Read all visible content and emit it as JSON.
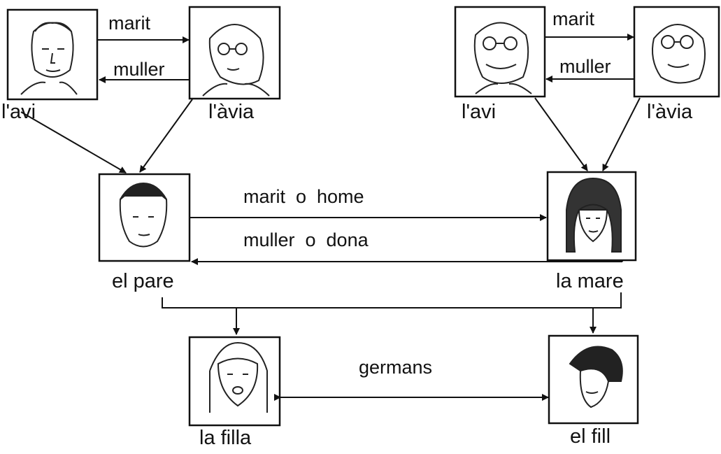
{
  "people": {
    "avi_paternal": "l'avi",
    "avia_paternal": "l'àvia",
    "avi_maternal": "l'avi",
    "avia_maternal": "l'àvia",
    "pare": "el pare",
    "mare": "la mare",
    "filla": "la filla",
    "fill": "el fill"
  },
  "relations": {
    "marit_left": "marit",
    "muller_left": "muller",
    "marit_right": "marit",
    "muller_right": "muller",
    "marit_o_home": "marit  o  home",
    "muller_o_dona": "muller  o  dona",
    "germans": "germans"
  },
  "colors": {
    "ink": "#111111",
    "paper": "#ffffff"
  }
}
